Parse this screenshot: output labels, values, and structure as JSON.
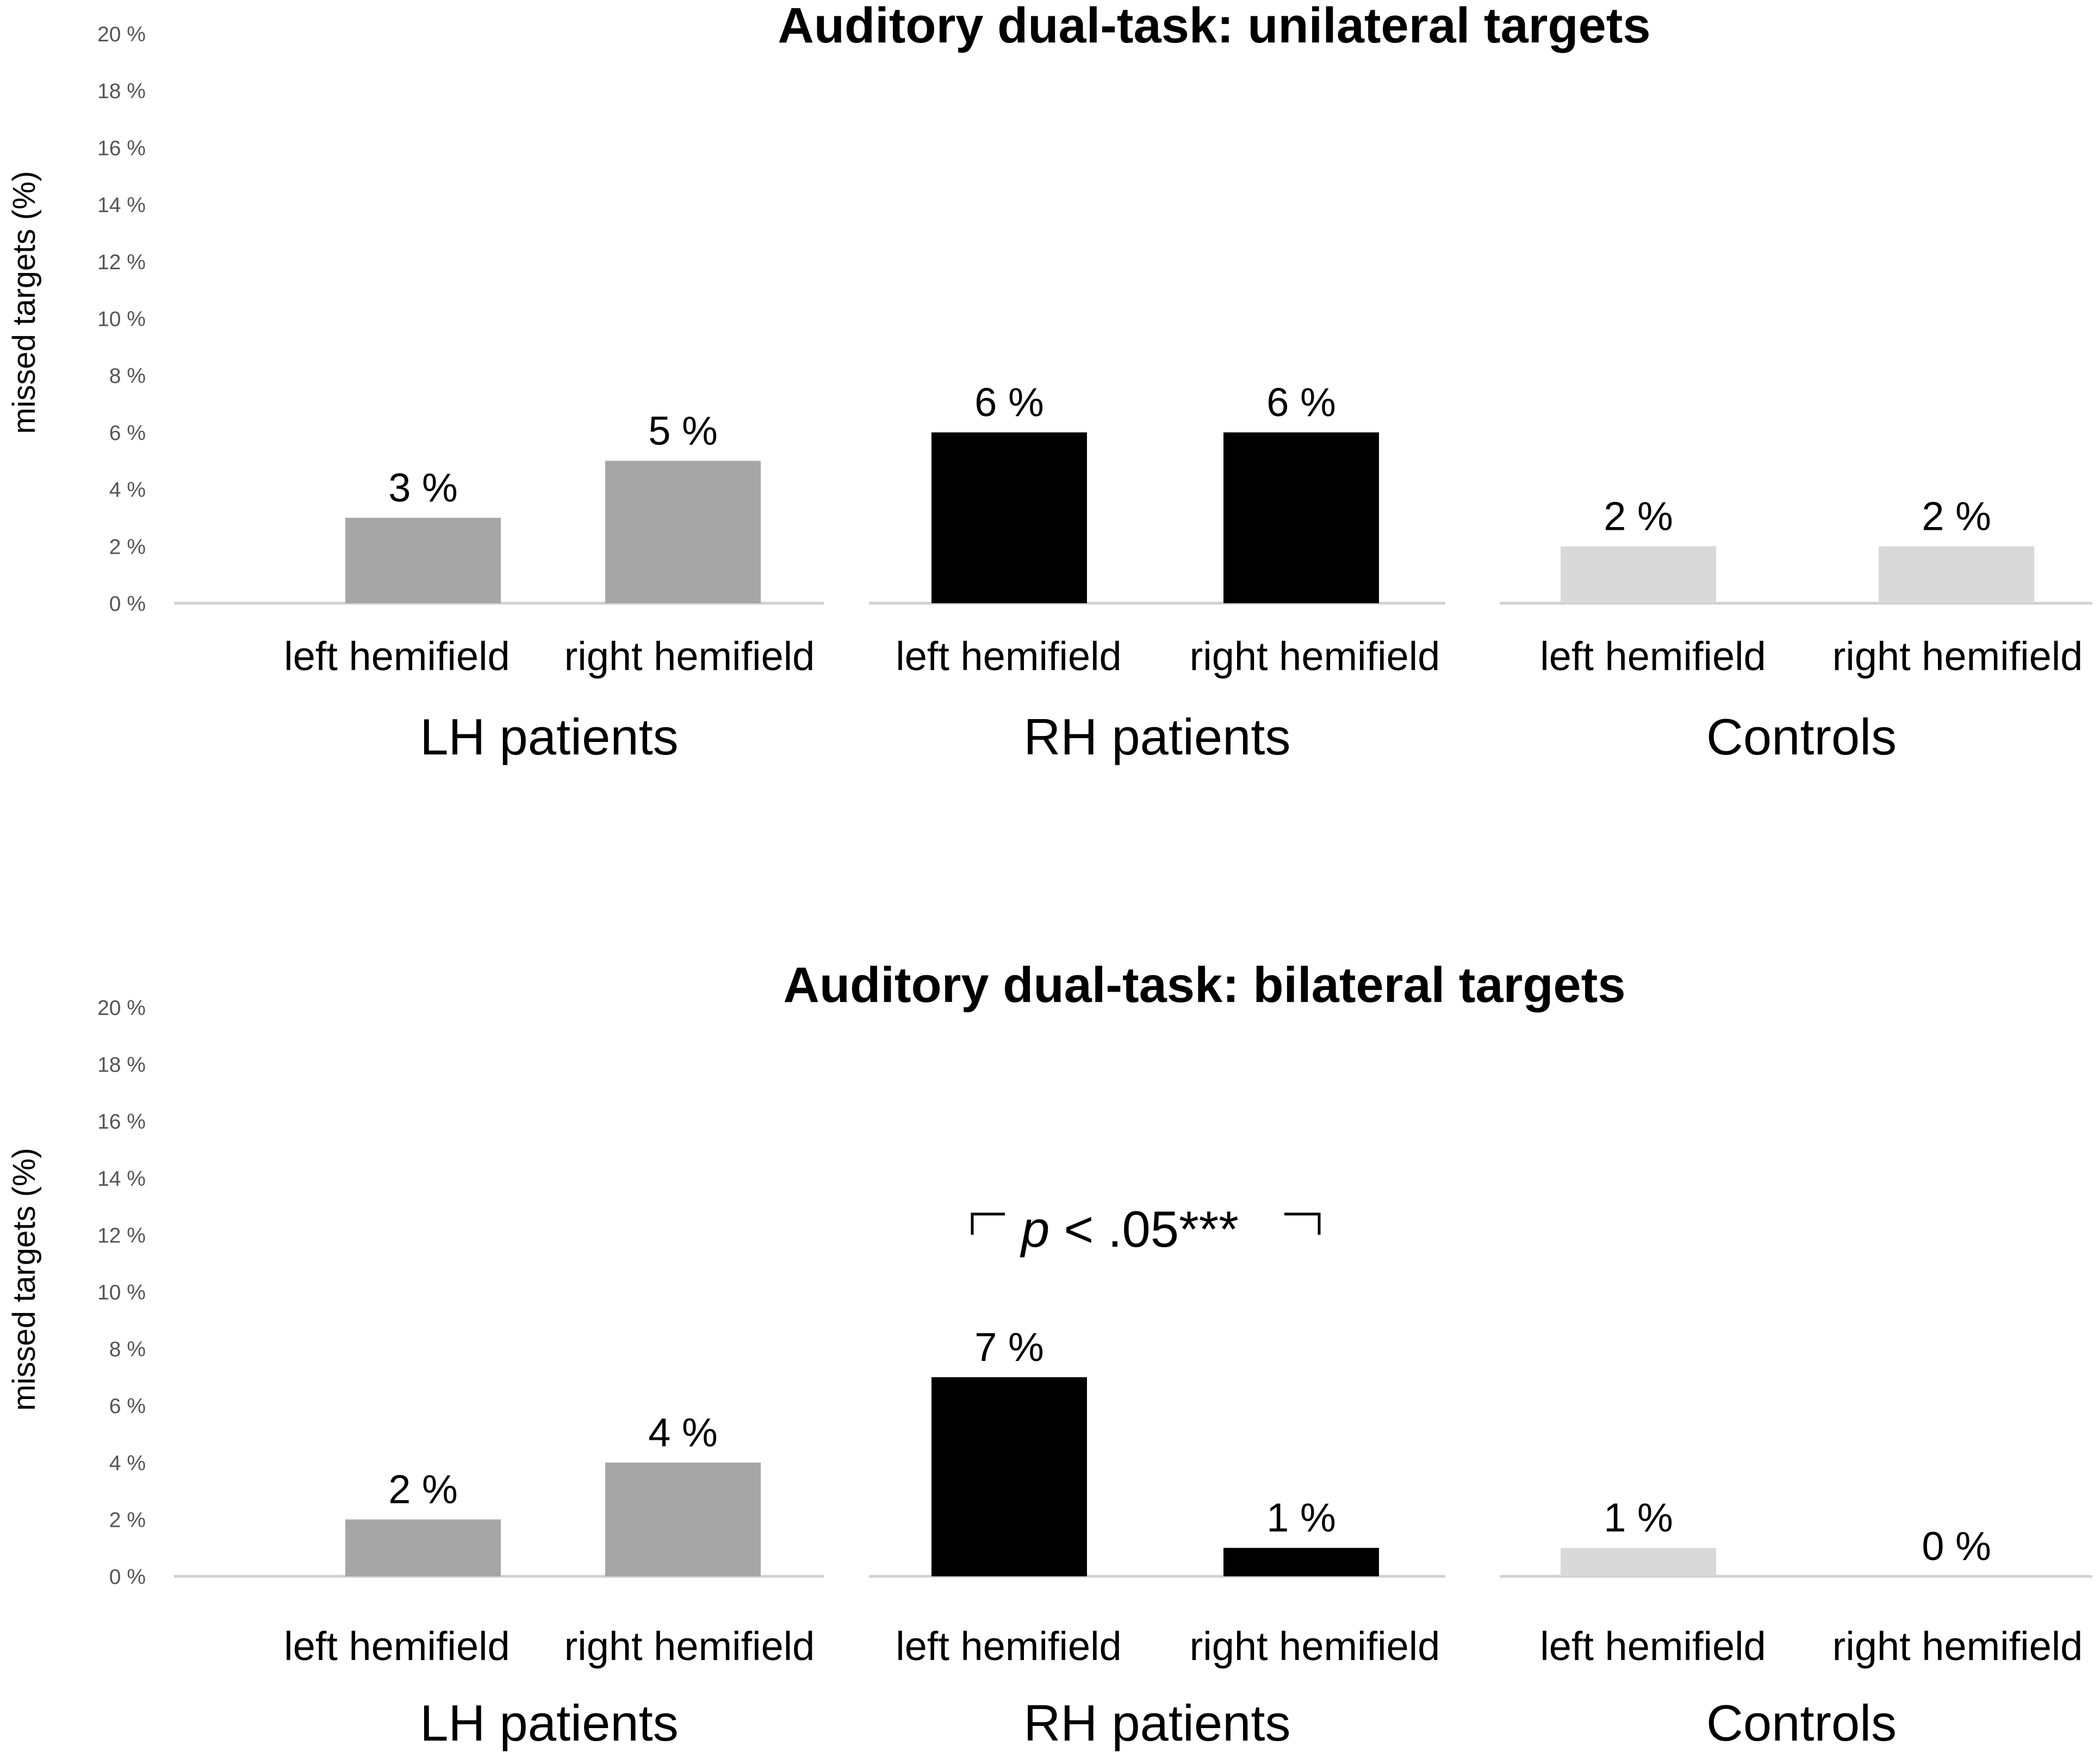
{
  "colors": {
    "lh": "#a6a6a6",
    "rh": "#000000",
    "controls": "#d9d9d9",
    "axis": "#d0d0d0"
  },
  "chart_data": [
    {
      "type": "bar",
      "title": "Auditory dual-task: unilateral targets",
      "ylabel": "missed targets (%)",
      "xlabel": "",
      "ylim": [
        0,
        20
      ],
      "yticks": [
        "0 %",
        "2 %",
        "4 %",
        "6 %",
        "8 %",
        "10 %",
        "12 %",
        "14 %",
        "16 %",
        "18 %",
        "20 %"
      ],
      "grid": false,
      "groups": [
        {
          "name": "LH patients",
          "color_key": "lh",
          "categories": [
            "left hemifield",
            "right hemifield"
          ],
          "values": [
            3,
            5
          ],
          "labels": [
            "3 %",
            "5 %"
          ]
        },
        {
          "name": "RH patients",
          "color_key": "rh",
          "categories": [
            "left hemifield",
            "right hemifield"
          ],
          "values": [
            6,
            6
          ],
          "labels": [
            "6 %",
            "6 %"
          ]
        },
        {
          "name": "Controls",
          "color_key": "controls",
          "categories": [
            "left hemifield",
            "right hemifield"
          ],
          "values": [
            2,
            2
          ],
          "labels": [
            "2 %",
            "2 %"
          ]
        }
      ]
    },
    {
      "type": "bar",
      "title": "Auditory dual-task: bilateral targets",
      "ylabel": "missed targets (%)",
      "xlabel": "",
      "ylim": [
        0,
        20
      ],
      "yticks": [
        "0 %",
        "2 %",
        "4 %",
        "6 %",
        "8 %",
        "10 %",
        "12 %",
        "14 %",
        "16 %",
        "18 %",
        "20 %"
      ],
      "grid": false,
      "groups": [
        {
          "name": "LH patients",
          "color_key": "lh",
          "categories": [
            "left hemifield",
            "right hemifield"
          ],
          "values": [
            2,
            4
          ],
          "labels": [
            "2 %",
            "4 %"
          ]
        },
        {
          "name": "RH patients",
          "color_key": "rh",
          "categories": [
            "left hemifield",
            "right hemifield"
          ],
          "values": [
            7,
            1
          ],
          "labels": [
            "7 %",
            "1 %"
          ]
        },
        {
          "name": "Controls",
          "color_key": "controls",
          "categories": [
            "left hemifield",
            "right hemifield"
          ],
          "values": [
            1,
            0
          ],
          "labels": [
            "1 %",
            "0 %"
          ]
        }
      ],
      "annotation": {
        "text_italic": "p",
        "text_rest": " < .05***",
        "between": "RH patients left hemifield vs right hemifield"
      }
    }
  ]
}
